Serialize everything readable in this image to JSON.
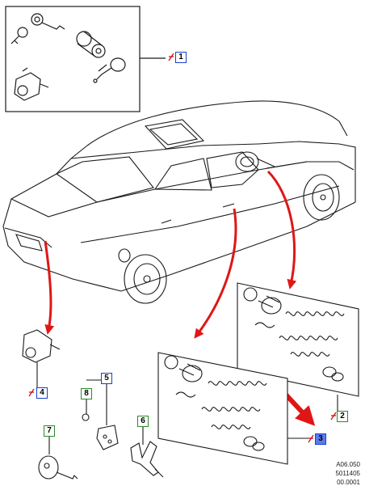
{
  "callouts": {
    "c1": "1",
    "c2": "2",
    "c3": "3",
    "c4": "4",
    "c5": "5",
    "c6": "6",
    "c7": "7",
    "c8": "8"
  },
  "reference": {
    "line1": "A06.050",
    "line2": "5011405",
    "line3": "00.0001"
  },
  "colors": {
    "line": "#1a1a1a",
    "arrow": "#e01616",
    "callout_blue": "#1a3fd0",
    "callout_green": "#2b8a2b",
    "callout_fill": "#5b7cf0"
  }
}
